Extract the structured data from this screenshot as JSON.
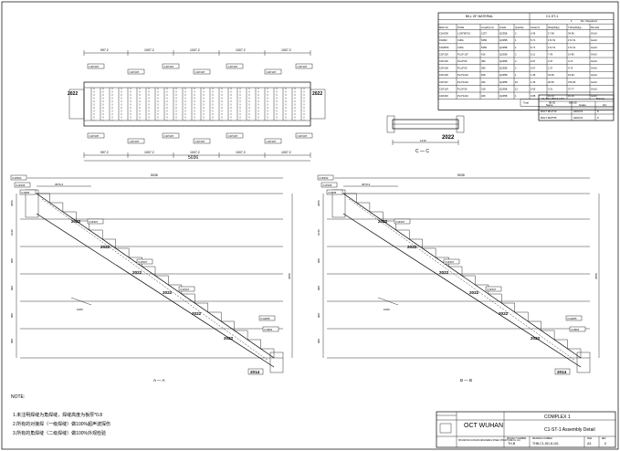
{
  "bom": {
    "title": "BILL OF MATERIAL",
    "assembly": "C1-ST-1",
    "qty_required": "1",
    "qty_label": "No. Required",
    "headers": [
      "Mark No.",
      "Profile",
      "Length(mm)",
      "Grade",
      "Quantity",
      "Area(m²)",
      "Weight(kg)",
      "T.Weight(kg)",
      "Remark"
    ],
    "rows": [
      [
        "C1H005",
        "L100*80*10",
        "1257",
        "Q235B",
        "2",
        "0.45",
        "17.48",
        "34.96",
        "GALV."
      ],
      [
        "C1M02",
        "C30A",
        "5456",
        "Q235B",
        "1",
        "5.71",
        "171.51",
        "171.51",
        "GALV."
      ],
      [
        "C1M05S",
        "C30A",
        "5456",
        "Q235B",
        "1",
        "5.71",
        "171.51",
        "171.51",
        "GALV."
      ],
      [
        "C1P105",
        "PL10*157",
        "416",
        "Q235B",
        "2",
        "0.11",
        "7.43",
        "14.80",
        "GALV."
      ],
      [
        "C1P106",
        "PL10*90",
        "396",
        "Q235B",
        "2",
        "0.07",
        "2.37",
        "4.74",
        "GALV."
      ],
      [
        "C1P108",
        "PL10*90",
        "396",
        "Q235B",
        "2",
        "0.07",
        "2.37",
        "4.75",
        "GALV."
      ],
      [
        "C1P109",
        "PL4*1210",
        "818",
        "Q235B",
        "1",
        "1.35",
        "19.66",
        "19.66",
        "GALV."
      ],
      [
        "C1P107",
        "PL4*1210",
        "326",
        "Q235B",
        "16",
        "1.35",
        "20.56",
        "370.06",
        "GALV."
      ],
      [
        "C1P109",
        "PL10*56",
        "318",
        "Q235B",
        "12",
        "0.05",
        "3.31",
        "37.77",
        "GALV."
      ],
      [
        "C1P200",
        "PL4*1210",
        "326",
        "Q235B",
        "1",
        "0.88",
        "10.34",
        "10.34",
        "GALV."
      ]
    ],
    "total_label": "Total",
    "total_area": "38.30",
    "total_weight": "839.08"
  },
  "bolt_list": {
    "title": "C1-ST-1 BOLT LIST",
    "col_header": "Bolt list",
    "headers": [
      "Name",
      "Grade",
      "Qty"
    ],
    "rows": [
      [
        "BOLT M12*40",
        "HDG5.8",
        "8"
      ],
      [
        "BOLT M20*55",
        "HDG5.8",
        "8"
      ]
    ]
  },
  "plan": {
    "dims": [
      "997.2",
      "1007.2",
      "1007.2",
      "1007.2",
      "1007.2"
    ],
    "dims_bottom": [
      "997.2",
      "1007.2",
      "1007.2",
      "1007.2",
      "1007.2"
    ],
    "overall": "5036",
    "mark_left": "2022",
    "mark_right": "2022",
    "tags_top": [
      "C1P107",
      "C1P107",
      "C1P107",
      "C1P107",
      "C1P107",
      "C1P107",
      "C1P107"
    ],
    "tags_bottom": [
      "C1P107",
      "C1P107",
      "C1P107",
      "C1P107",
      "C1P107",
      "C1P107",
      "C1P107"
    ]
  },
  "section": {
    "label": "C — C",
    "dim": "1210",
    "mark": "2022"
  },
  "elev_left": {
    "overall": "5036",
    "label": "A — A",
    "top_dim": "3679.4",
    "marks": [
      "2022",
      "2022",
      "2022",
      "2022",
      "2022",
      "2022"
    ],
    "bottom_mark": "2014",
    "tags": [
      "C1P200",
      "C1P105",
      "C1M05",
      "C1P107",
      "C1P107",
      "C1P107",
      "C1H005",
      "C1M02"
    ],
    "vdims": [
      "3056",
      "1046",
      "900",
      "900",
      "900",
      "900"
    ],
    "right_dim": "3558",
    "inline_dim": "1000"
  },
  "elev_right": {
    "overall": "5036",
    "label": "B — B",
    "top_dim": "3679.4",
    "marks": [
      "2022",
      "2022",
      "2022",
      "2022",
      "2022",
      "2022"
    ],
    "bottom_mark": "2014",
    "tags": [
      "C1P200",
      "C1P105",
      "C1M05",
      "C1P107",
      "C1P107",
      "C1P107",
      "C1H005",
      "C1M02"
    ],
    "vdims": [
      "3056",
      "1046",
      "900",
      "900",
      "900",
      "900"
    ],
    "right_dim": "3558",
    "inline_dim": "1000"
  },
  "notes": {
    "title": "NOTE:",
    "lines": [
      "1.未注明焊缝为角焊缝，焊缝高度为板厚*0.8",
      "2.所有的对接焊（一级焊缝）做100%超声波探伤",
      "3.所有的角焊缝（二级焊缝）做100%外观检验"
    ]
  },
  "title_block": {
    "company": "SHANGHAI KAIXUAN FENGWENG STEEL STRUCTURE Co.,Ltd",
    "project": "OCT WUHAN",
    "building": "COMPLEX 1",
    "drawing_title": "C1-ST-1 Assembly Detail",
    "project_no_label": "PROJECT NUMBER",
    "project_no": "TH-B",
    "drawing_no_label": "DRAWING NUMBER",
    "drawing_no": "THB-C1-SD-8-101",
    "size_label": "SIZE",
    "size": "A3",
    "rev_label": "REV",
    "rev": "0"
  }
}
